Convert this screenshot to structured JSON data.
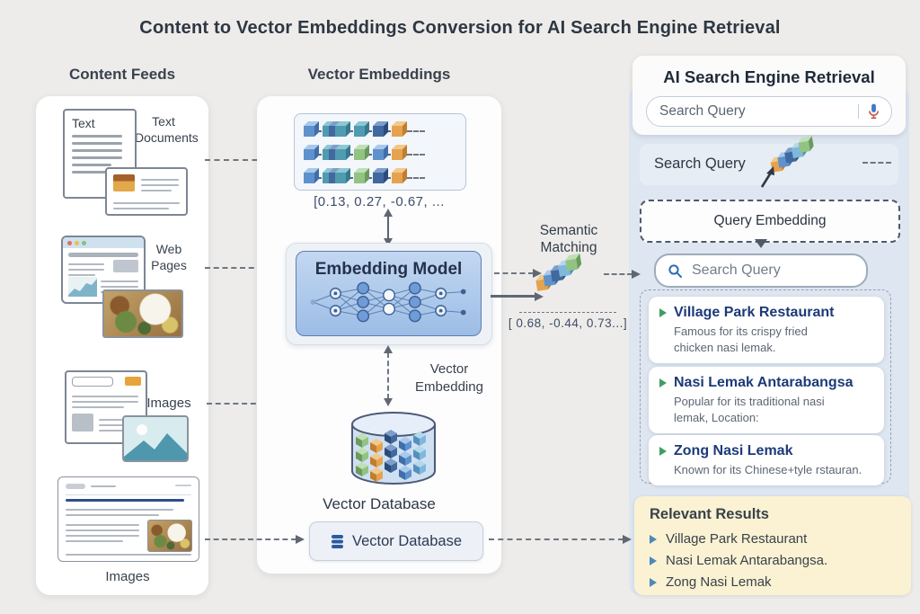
{
  "title": "Content to Vector Embeddings Conversion for AI Search Engine Retrieval",
  "content_feeds": {
    "heading": "Content Feeds",
    "items": [
      {
        "label": "Text Documents",
        "doc_label": "Text"
      },
      {
        "label": "Web Pages"
      },
      {
        "label": "Images"
      },
      {
        "label": "Images"
      }
    ]
  },
  "vector_embeddings": {
    "heading": "Vector Embeddings",
    "vector_sample": "[0.13,  0.27, -0.67, ...",
    "model_label": "Embedding Model",
    "vector_embedding_label": "Vector Embedding",
    "database_label": "Vector Database",
    "database_button_label": "Vector Database"
  },
  "semantic_matching": {
    "line1": "Semantic",
    "line2": "Matching",
    "vector_sample": "[ 0.68, -0.44, 0.73...]"
  },
  "search_panel": {
    "heading": "AI Search Engine Retrieval",
    "top_search_placeholder": "Search Query",
    "query_bar_label": "Search Query",
    "query_embedding_label": "Query Embedding",
    "inner_search_placeholder": "Search Query",
    "results": [
      {
        "title": "Village Park Restaurant",
        "description": "Famous for its crispy fried chicken nasi lemak."
      },
      {
        "title": "Nasi Lemak Antarabangsa",
        "description": "Popular for its traditional nasi lemak, Location:"
      },
      {
        "title": "Zong Nasi Lemak",
        "description": "Known for its Chinese+tyle rstauran."
      }
    ],
    "relevant_results": {
      "heading": "Relevant Results",
      "items": [
        "Village Park Restaurant",
        "Nasi Lemak Antarabangsa.",
        "Zong Nasi Lemak"
      ]
    }
  },
  "icons": {
    "microphone": "microphone-icon",
    "search": "search-icon",
    "database": "database-icon",
    "neural_network": "neural-network-icon",
    "cubes": "vector-cube-icon"
  },
  "colors": {
    "page_bg": "#edecea",
    "right_panel_bg": "#dde6f1",
    "model_box": "#aecbec",
    "yellow_box": "#faf2d3",
    "result_title": "#1c3a78",
    "bullet_green": "#3f9e63",
    "bullet_blue": "#4b89b8",
    "arrow_gray": "#6e7682",
    "cube_blue": "#5e92cc",
    "cube_teal": "#4f9bb0",
    "cube_green": "#92c383",
    "cube_orange": "#e5a34f"
  }
}
